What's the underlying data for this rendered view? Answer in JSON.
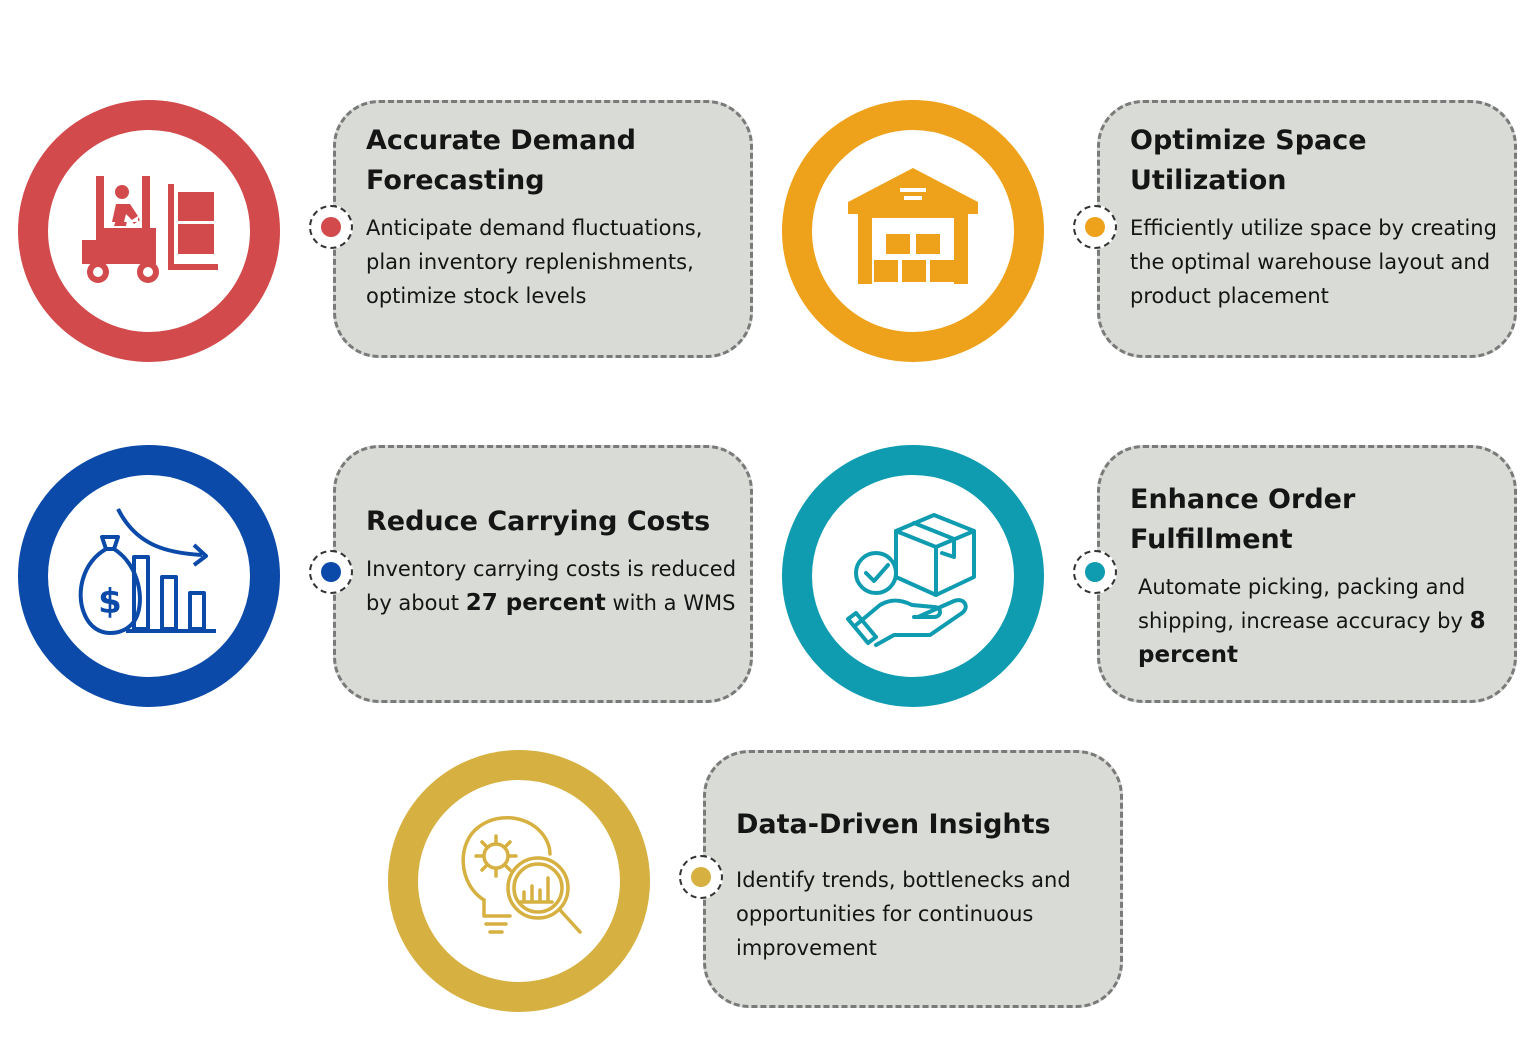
{
  "items": [
    {
      "title": "Accurate Demand Forecasting",
      "desc": "Anticipate demand fluctuations, plan inventory replenishments, optimize stock levels",
      "color": "#d24a4c",
      "icon": "forklift-icon"
    },
    {
      "title": "Optimize Space Utilization",
      "desc": "Efficiently utilize space by creating the optimal warehouse layout and product placement",
      "color": "#eea21c",
      "icon": "warehouse-icon"
    },
    {
      "title": "Reduce Carrying Costs",
      "desc_before": "Inventory carrying costs is reduced by about",
      "desc_highlight": "27 percent",
      "desc_after": "with a WMS",
      "color": "#0c4aa9",
      "icon": "money-bag-declining-chart-icon"
    },
    {
      "title": "Enhance Order Fulfillment",
      "desc_before": "Automate picking, packing and shipping, increase accuracy by",
      "desc_highlight": "8 percent",
      "color": "#0f9bb0",
      "icon": "box-in-hand-icon"
    },
    {
      "title": "Data-Driven Insights",
      "desc": "Identify trends, bottlenecks and opportunities for continuous improvement",
      "color": "#d6b041",
      "icon": "lightbulb-magnifier-icon"
    }
  ]
}
